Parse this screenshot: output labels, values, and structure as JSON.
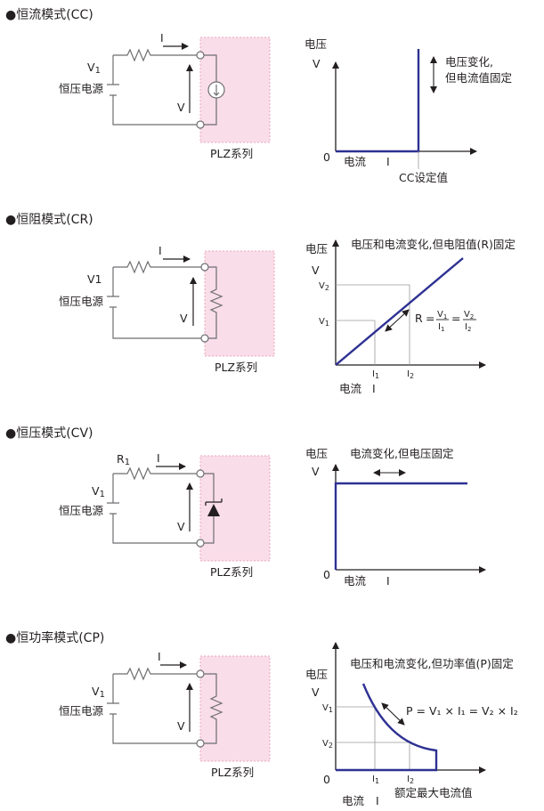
{
  "sections": [
    {
      "title": "●恒流模式(CC)",
      "circuit": {
        "current": "I",
        "source_symbol": "V",
        "source_sub": "1",
        "source_name": "恒压电源",
        "voltage": "V",
        "load": "PLZ系列"
      },
      "graph": {
        "ylabel_top": "电压",
        "ylabel_sym": "V",
        "origin": "0",
        "xlabel": "电流",
        "xsym": "I",
        "note_line1": "电压变化,",
        "note_line2": "但电流值固定",
        "setpoint": "CC设定值"
      }
    },
    {
      "title": "●恒阻模式(CR)",
      "circuit": {
        "current": "I",
        "source_name_full": "V1",
        "source_name": "恒压电源",
        "voltage": "V",
        "load": "PLZ系列"
      },
      "graph": {
        "ylabel_top": "电压",
        "ylabel_sym": "V",
        "xlabel": "电流",
        "xsym": "I",
        "note": "电压和电流变化,但电阻值(R)固定",
        "v1_sym": "V",
        "v1_sub": "1",
        "v2_sym": "V",
        "v2_sub": "2",
        "i1_sym": "I",
        "i1_sub": "1",
        "i2_sym": "I",
        "i2_sub": "2",
        "formula_r": "R",
        "formula_eq": "="
      }
    },
    {
      "title": "●恒压模式(CV)",
      "circuit": {
        "resistor_sym": "R",
        "resistor_sub": "1",
        "current": "I",
        "source_symbol": "V",
        "source_sub": "1",
        "source_name": "恒压电源",
        "voltage": "V",
        "load": "PLZ系列"
      },
      "graph": {
        "ylabel_top": "电压",
        "ylabel_sym": "V",
        "origin": "0",
        "xlabel": "电流",
        "xsym": "I",
        "note": "电流变化,但电压固定"
      }
    },
    {
      "title": "●恒功率模式(CP)",
      "circuit": {
        "current": "I",
        "source_symbol": "V",
        "source_sub": "1",
        "source_name": "恒压电源",
        "voltage": "V",
        "load": "PLZ系列"
      },
      "graph": {
        "ylabel_top": "电压",
        "ylabel_sym": "V",
        "origin": "0",
        "xlabel": "电流",
        "xsym": "I",
        "note": "电压和电流变化,但功率值(P)固定",
        "formula": "P = V₁ × I₁ = V₂ × I₂",
        "v1_sym": "V",
        "v1_sub": "1",
        "v2_sym": "V",
        "v2_sub": "2",
        "i1_sym": "I",
        "i1_sub": "1",
        "i2_sym": "I",
        "i2_sub": "2",
        "max_current": "额定最大电流值"
      }
    }
  ],
  "colors": {
    "plot": "#2e3192",
    "load_fill": "#f9dde8",
    "wire": "#6d6e71"
  }
}
